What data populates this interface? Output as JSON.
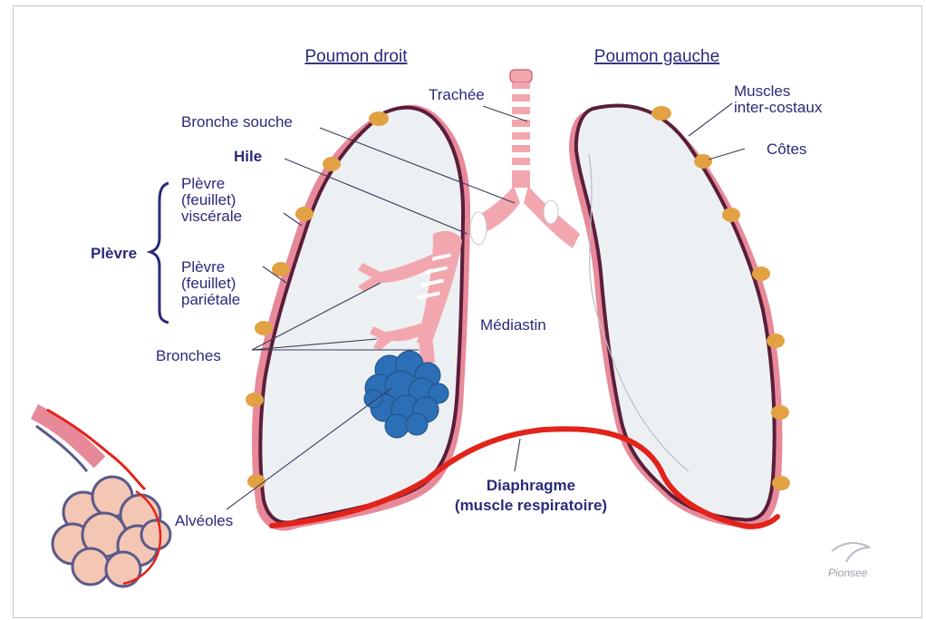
{
  "titles": {
    "right_lung": "Poumon droit",
    "left_lung": "Poumon gauche"
  },
  "labels": {
    "trachee": "Trachée",
    "bronche_souche": "Bronche souche",
    "hile": "Hile",
    "plevre_visc_1": "Plèvre",
    "plevre_visc_2": "(feuillet)",
    "plevre_visc_3": "viscérale",
    "plevre": "Plèvre",
    "plevre_par_1": "Plèvre",
    "plevre_par_2": "(feuillet)",
    "plevre_par_3": "pariétale",
    "bronches": "Bronches",
    "alveoles": "Alvéoles",
    "mediastin": "Médiastin",
    "muscles_1": "Muscles",
    "muscles_2": "inter-costaux",
    "cotes": "Côtes",
    "diaphragme_1": "Diaphragme",
    "diaphragme_2": "(muscle respiratoire)"
  },
  "watermark": "Pionsee",
  "colors": {
    "label_text": "#2b2a7a",
    "lung_fill": "#edf0f3",
    "lung_outline": "#5a1e3a",
    "pleura": "#e8899a",
    "rib": "#e2a243",
    "airway": "#f2a7ae",
    "alveoli_blue": "#2d6fb6",
    "diaphragm": "#e2231a"
  }
}
